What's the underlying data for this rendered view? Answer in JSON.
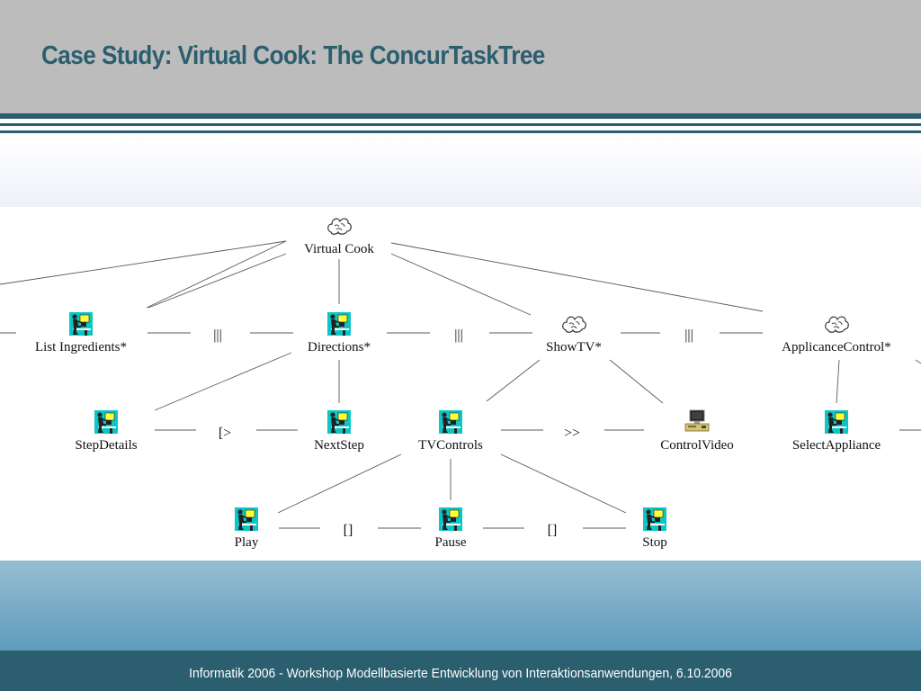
{
  "slide": {
    "title": "Case Study: Virtual Cook: The ConcurTaskTree",
    "footer": "Informatik 2006 - Workshop Modellbasierte Entwicklung von Interaktionsanwendungen, 6.10.2006"
  },
  "colors": {
    "header_bg": "#bcbcbc",
    "title": "#2b5e6e",
    "accent_lines": "#2b5e6e",
    "bottom_band": "#6aa3c2",
    "footer_bg": "#2b5e6e",
    "footer_text": "#ffffff"
  },
  "tree": {
    "nodes": [
      {
        "id": "virtual-cook",
        "label": "Virtual Cook",
        "type": "abstract"
      },
      {
        "id": "list-ingredients",
        "label": "List Ingredients*",
        "type": "user"
      },
      {
        "id": "directions",
        "label": "Directions*",
        "type": "user"
      },
      {
        "id": "showtv",
        "label": "ShowTV*",
        "type": "abstract"
      },
      {
        "id": "applicance-control",
        "label": "ApplicanceControl*",
        "type": "abstract"
      },
      {
        "id": "stepdetails",
        "label": "StepDetails",
        "type": "user"
      },
      {
        "id": "nextstep",
        "label": "NextStep",
        "type": "user"
      },
      {
        "id": "tvcontrols",
        "label": "TVControls",
        "type": "user"
      },
      {
        "id": "controlvideo",
        "label": "ControlVideo",
        "type": "application"
      },
      {
        "id": "select-appliance",
        "label": "SelectAppliance",
        "type": "user"
      },
      {
        "id": "play",
        "label": "Play",
        "type": "user"
      },
      {
        "id": "pause",
        "label": "Pause",
        "type": "user"
      },
      {
        "id": "stop",
        "label": "Stop",
        "type": "user"
      }
    ],
    "operators": [
      {
        "id": "op-li-dir",
        "label": "|||"
      },
      {
        "id": "op-dir-showtv",
        "label": "|||"
      },
      {
        "id": "op-showtv-appl",
        "label": "|||"
      },
      {
        "id": "op-step-next",
        "label": "[>"
      },
      {
        "id": "op-tv-video",
        "label": ">>"
      },
      {
        "id": "op-play-pause",
        "label": "[]"
      },
      {
        "id": "op-pause-stop",
        "label": "[]"
      }
    ],
    "edges": [
      [
        "virtual-cook",
        "list-ingredients"
      ],
      [
        "virtual-cook",
        "directions"
      ],
      [
        "virtual-cook",
        "showtv"
      ],
      [
        "virtual-cook",
        "applicance-control"
      ],
      [
        "directions",
        "stepdetails"
      ],
      [
        "directions",
        "nextstep"
      ],
      [
        "showtv",
        "tvcontrols"
      ],
      [
        "showtv",
        "controlvideo"
      ],
      [
        "applicance-control",
        "select-appliance"
      ],
      [
        "tvcontrols",
        "play"
      ],
      [
        "tvcontrols",
        "pause"
      ],
      [
        "tvcontrols",
        "stop"
      ]
    ]
  }
}
